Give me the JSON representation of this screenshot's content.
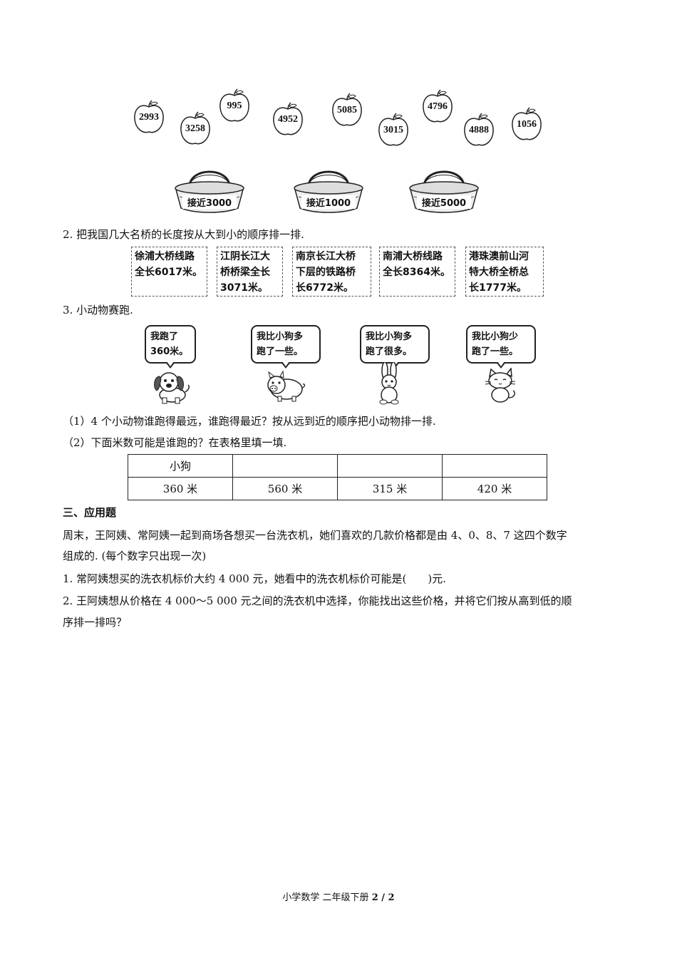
{
  "apples": [
    "2993",
    "3258",
    "995",
    "4952",
    "5085",
    "3015",
    "4796",
    "4888",
    "1056"
  ],
  "baskets": [
    "接近3000",
    "接近1000",
    "接近5000"
  ],
  "q2": {
    "title": "2. 把我国几大名桥的长度按从大到小的顺序排一排.",
    "bridges": [
      [
        "徐浦大桥线路",
        "全长6017米。"
      ],
      [
        "江阴长江大",
        "桥桥梁全长",
        "3071米。"
      ],
      [
        "南京长江大桥",
        "下层的铁路桥",
        "长6772米。"
      ],
      [
        "南浦大桥线路",
        "全长8364米。"
      ],
      [
        "港珠澳前山河",
        "特大桥全桥总",
        "长1777米。"
      ]
    ]
  },
  "q3": {
    "title": "3. 小动物赛跑.",
    "bubbles": [
      [
        "我跑了",
        "360米。"
      ],
      [
        "我比小狗多",
        "跑了一些。"
      ],
      [
        "我比小狗多",
        "跑了很多。"
      ],
      [
        "我比小狗少",
        "跑了一些。"
      ]
    ],
    "sub1": "（1）4 个小动物谁跑得最远，谁跑得最近？按从远到近的顺序把小动物排一排.",
    "sub2": "（2）下面米数可能是谁跑的？在表格里填一填.",
    "table": {
      "row1": [
        "小狗",
        "",
        "",
        ""
      ],
      "row2": [
        "360 米",
        "560 米",
        "315 米",
        "420 米"
      ]
    }
  },
  "section3": {
    "heading": "三、应用题",
    "intro_line1": "周末，王阿姨、常阿姨一起到商场各想买一台洗衣机，她们喜欢的几款价格都是由 4、0、8、7 这四个数字",
    "intro_line2": "组成的. (每个数字只出现一次)",
    "q1": "1. 常阿姨想买的洗衣机标价大约 4 000 元，她看中的洗衣机标价可能是(　　)元.",
    "q2_line1": "2. 王阿姨想从价格在 4 000～5 000 元之间的洗衣机中选择，你能找出这些价格，并将它们按从高到低的顺",
    "q2_line2": "序排一排吗？"
  },
  "footer": {
    "text": "小学数学  二年级下册 ",
    "page": "2 / 2"
  }
}
